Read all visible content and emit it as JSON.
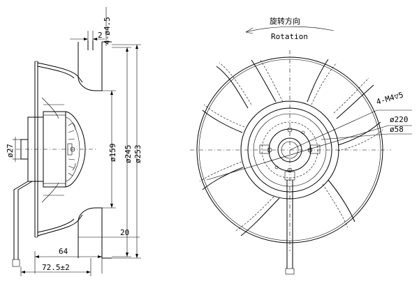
{
  "rotation": {
    "chinese": "旋转方向",
    "english": "Rotation"
  },
  "side_view": {
    "dims": {
      "hole": "4-ø4.5",
      "flange": "2",
      "d_shaft": "ø27",
      "d_hub": "ø159",
      "d_inner": "ø245",
      "d_outer": "ø253",
      "h_20": "20",
      "w_64": "64",
      "w_725": "72.5±2"
    }
  },
  "front_view": {
    "callouts": {
      "thread": "4-M4▽5",
      "d_220": "ø220",
      "d_58": "ø58"
    }
  }
}
